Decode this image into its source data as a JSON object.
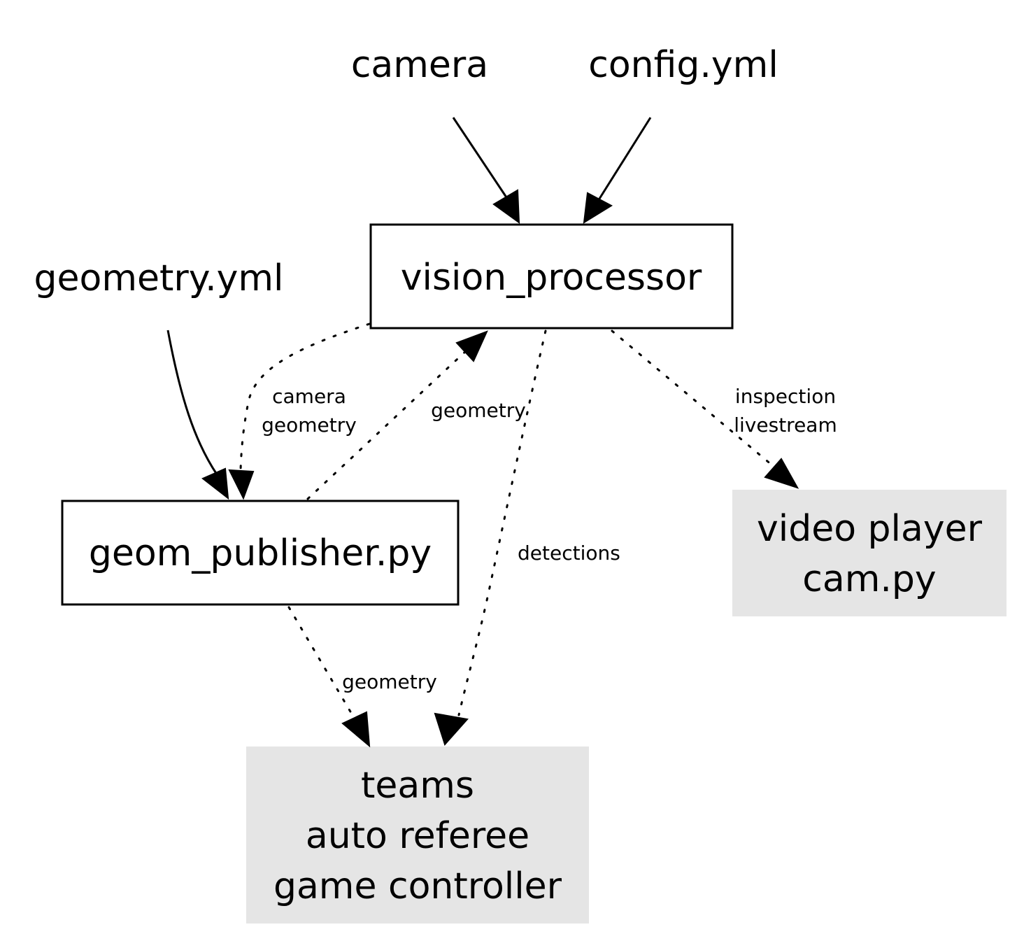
{
  "nodes": {
    "camera": "camera",
    "config": "config.yml",
    "geometry_yml": "geometry.yml",
    "vision_processor": "vision_processor",
    "geom_publisher": "geom_publisher.py",
    "video_player": [
      "video player",
      "cam.py"
    ],
    "consumers": [
      "teams",
      "auto referee",
      "game controller"
    ]
  },
  "edges": {
    "camera_geometry": [
      "camera",
      "geometry"
    ],
    "geometry_up": "geometry",
    "inspection_livestream": [
      "inspection",
      "livestream"
    ],
    "detections": "detections",
    "geometry_down": "geometry"
  },
  "colors": {
    "stroke": "#000000",
    "gray_fill": "#e5e5e5"
  }
}
